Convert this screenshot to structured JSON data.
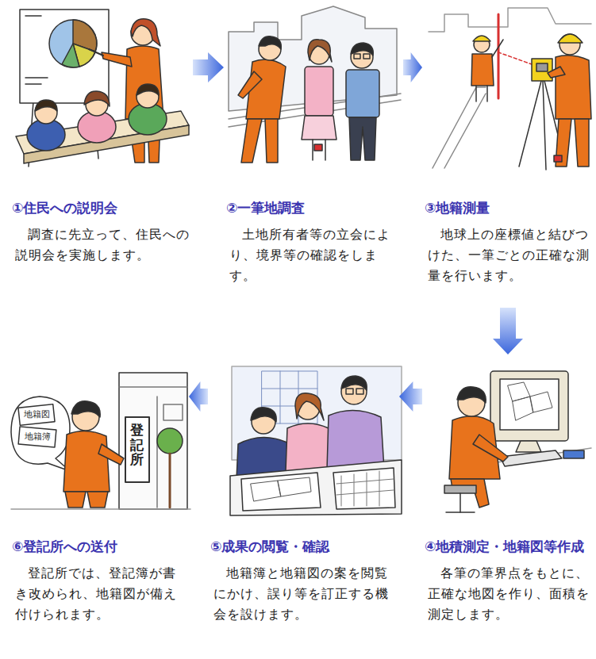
{
  "diagram": {
    "nodes": [
      {
        "text": [
          "①住民への説明会",
          "調査に先立って、住民への説明会を実施します。"
        ]
      },
      {
        "text": [
          "②一筆地調査",
          "土地所有者等の立会により、境界等の確認をします。"
        ]
      },
      {
        "text": [
          "③地籍測量",
          "地球上の座標値と結びつけた、一筆ごとの正確な測量を行います。"
        ]
      },
      {
        "text": [
          "④地積測定・地籍図等作成",
          "各筆の筆界点をもとに、正確な地図を作り、面積を測定します。"
        ]
      },
      {
        "text": [
          "⑤成果の閲覧・確認",
          "地籍簿と地籍図の案を閲覧にかけ、誤り等を訂正する機会を設けます。"
        ]
      },
      {
        "text": [
          "⑥登記所への送付",
          "登記所では、登記簿が書き改められ、地籍図が備え付けられます。"
        ]
      }
    ],
    "edges": [
      {
        "from": 0,
        "to": 1,
        "arrow": "to"
      },
      {
        "from": 1,
        "to": 2,
        "arrow": "to"
      },
      {
        "from": 2,
        "to": 3,
        "arrow": "to"
      },
      {
        "from": 3,
        "to": 4,
        "arrow": "to"
      },
      {
        "from": 4,
        "to": 5,
        "arrow": "to"
      }
    ],
    "labels": [
      "地籍図",
      "地籍簿",
      "登記所"
    ]
  }
}
